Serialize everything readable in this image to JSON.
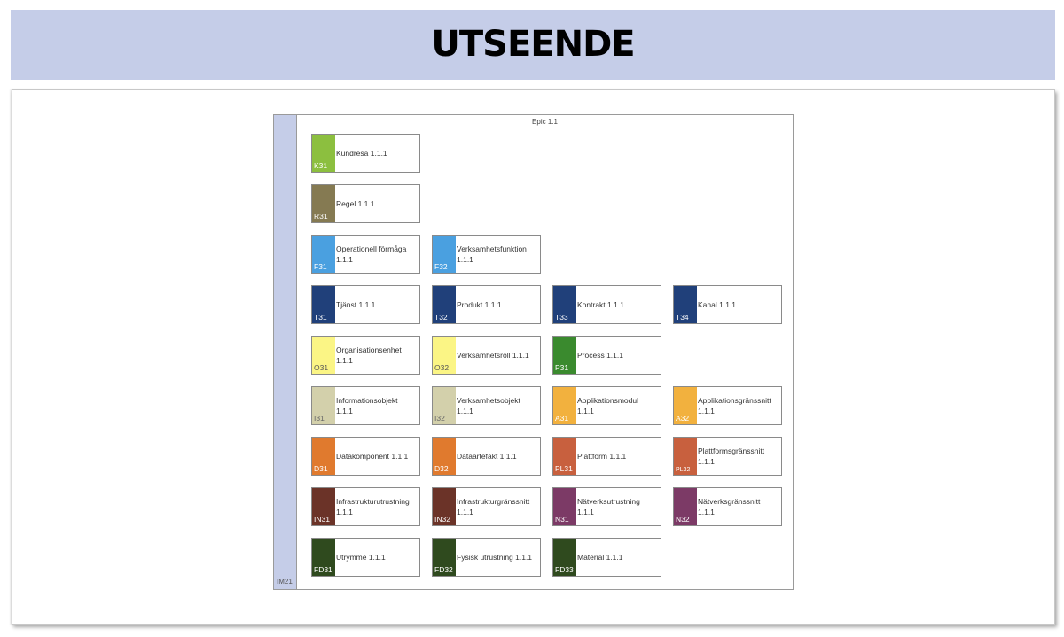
{
  "header": {
    "title": "UTSEENDE"
  },
  "diagram": {
    "title": "Epic 1.1",
    "container_code": "IM21",
    "elements": [
      {
        "code": "K31",
        "label": "Kundresa 1.1.1",
        "color": "#8cbf3f",
        "row": 0,
        "col": 0
      },
      {
        "code": "R31",
        "label": "Regel 1.1.1",
        "color": "#857a52",
        "row": 1,
        "col": 0
      },
      {
        "code": "F31",
        "label": "Operationell förmåga\n1.1.1",
        "color": "#4aa0e0",
        "row": 2,
        "col": 0
      },
      {
        "code": "F32",
        "label": "Verksamhetsfunktion\n1.1.1",
        "color": "#4aa0e0",
        "row": 2,
        "col": 1
      },
      {
        "code": "T31",
        "label": "Tjänst 1.1.1",
        "color": "#20407a",
        "row": 3,
        "col": 0
      },
      {
        "code": "T32",
        "label": "Produkt 1.1.1",
        "color": "#20407a",
        "row": 3,
        "col": 1
      },
      {
        "code": "T33",
        "label": "Kontrakt 1.1.1",
        "color": "#20407a",
        "row": 3,
        "col": 2
      },
      {
        "code": "T34",
        "label": "Kanal 1.1.1",
        "color": "#20407a",
        "row": 3,
        "col": 3
      },
      {
        "code": "O31",
        "label": "Organisationsenhet\n1.1.1",
        "color": "#fbf585",
        "row": 4,
        "col": 0,
        "code_color": "#555"
      },
      {
        "code": "O32",
        "label": "Verksamhetsroll 1.1.1",
        "color": "#fbf585",
        "row": 4,
        "col": 1,
        "code_color": "#555"
      },
      {
        "code": "P31",
        "label": "Process 1.1.1",
        "color": "#3a8a2e",
        "row": 4,
        "col": 2
      },
      {
        "code": "I31",
        "label": "Informationsobjekt\n1.1.1",
        "color": "#d3d0ab",
        "row": 5,
        "col": 0,
        "code_color": "#666"
      },
      {
        "code": "I32",
        "label": "Verksamhetsobjekt\n1.1.1",
        "color": "#d3d0ab",
        "row": 5,
        "col": 1,
        "code_color": "#666"
      },
      {
        "code": "A31",
        "label": "Applikationsmodul\n1.1.1",
        "color": "#f2b13e",
        "row": 5,
        "col": 2
      },
      {
        "code": "A32",
        "label": "Applikationsgränssnitt\n1.1.1",
        "color": "#f2b13e",
        "row": 5,
        "col": 3
      },
      {
        "code": "D31",
        "label": "Datakomponent 1.1.1",
        "color": "#e07a2e",
        "row": 6,
        "col": 0
      },
      {
        "code": "D32",
        "label": "Dataartefakt 1.1.1",
        "color": "#e07a2e",
        "row": 6,
        "col": 1
      },
      {
        "code": "PL31",
        "label": "Plattform 1.1.1",
        "color": "#c8603e",
        "row": 6,
        "col": 2
      },
      {
        "code": "PL32",
        "label": "Plattformsgränssnitt\n1.1.1",
        "color": "#c8603e",
        "row": 6,
        "col": 3,
        "small": true
      },
      {
        "code": "IN31",
        "label": "Infrastrukturutrustning\n1.1.1",
        "color": "#6b3328",
        "row": 7,
        "col": 0
      },
      {
        "code": "IN32",
        "label": "Infrastrukturgränssnitt\n1.1.1",
        "color": "#6b3328",
        "row": 7,
        "col": 1
      },
      {
        "code": "N31",
        "label": "Nätverksutrustning\n1.1.1",
        "color": "#7c3a66",
        "row": 7,
        "col": 2
      },
      {
        "code": "N32",
        "label": "Nätverksgränssnitt\n1.1.1",
        "color": "#7c3a66",
        "row": 7,
        "col": 3
      },
      {
        "code": "FD31",
        "label": "Utrymme 1.1.1",
        "color": "#2f4a1e",
        "row": 8,
        "col": 0
      },
      {
        "code": "FD32",
        "label": "Fysisk utrustning 1.1.1",
        "color": "#2f4a1e",
        "row": 8,
        "col": 1
      },
      {
        "code": "FD33",
        "label": "Material 1.1.1",
        "color": "#2f4a1e",
        "row": 8,
        "col": 2
      }
    ]
  }
}
